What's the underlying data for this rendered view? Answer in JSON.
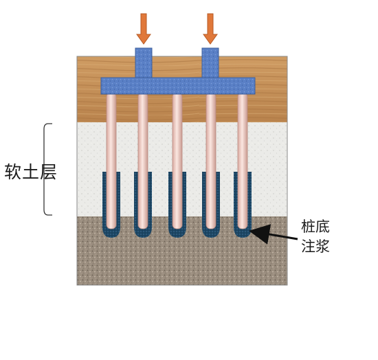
{
  "labels": {
    "soft_soil_layer": "软土层",
    "pile_tip_grouting_line1": "桩底",
    "pile_tip_grouting_line2": "注浆"
  },
  "colors": {
    "topsoil": "#c8945a",
    "soft_soil": "#e9e9e6",
    "bearing_stratum": "#9a8c7c",
    "pile_cap": "#5b82c8",
    "pile": "#e9c4bd",
    "grout": "#1f4a66",
    "load_arrow": "#e0783a"
  },
  "pile_count": 5
}
